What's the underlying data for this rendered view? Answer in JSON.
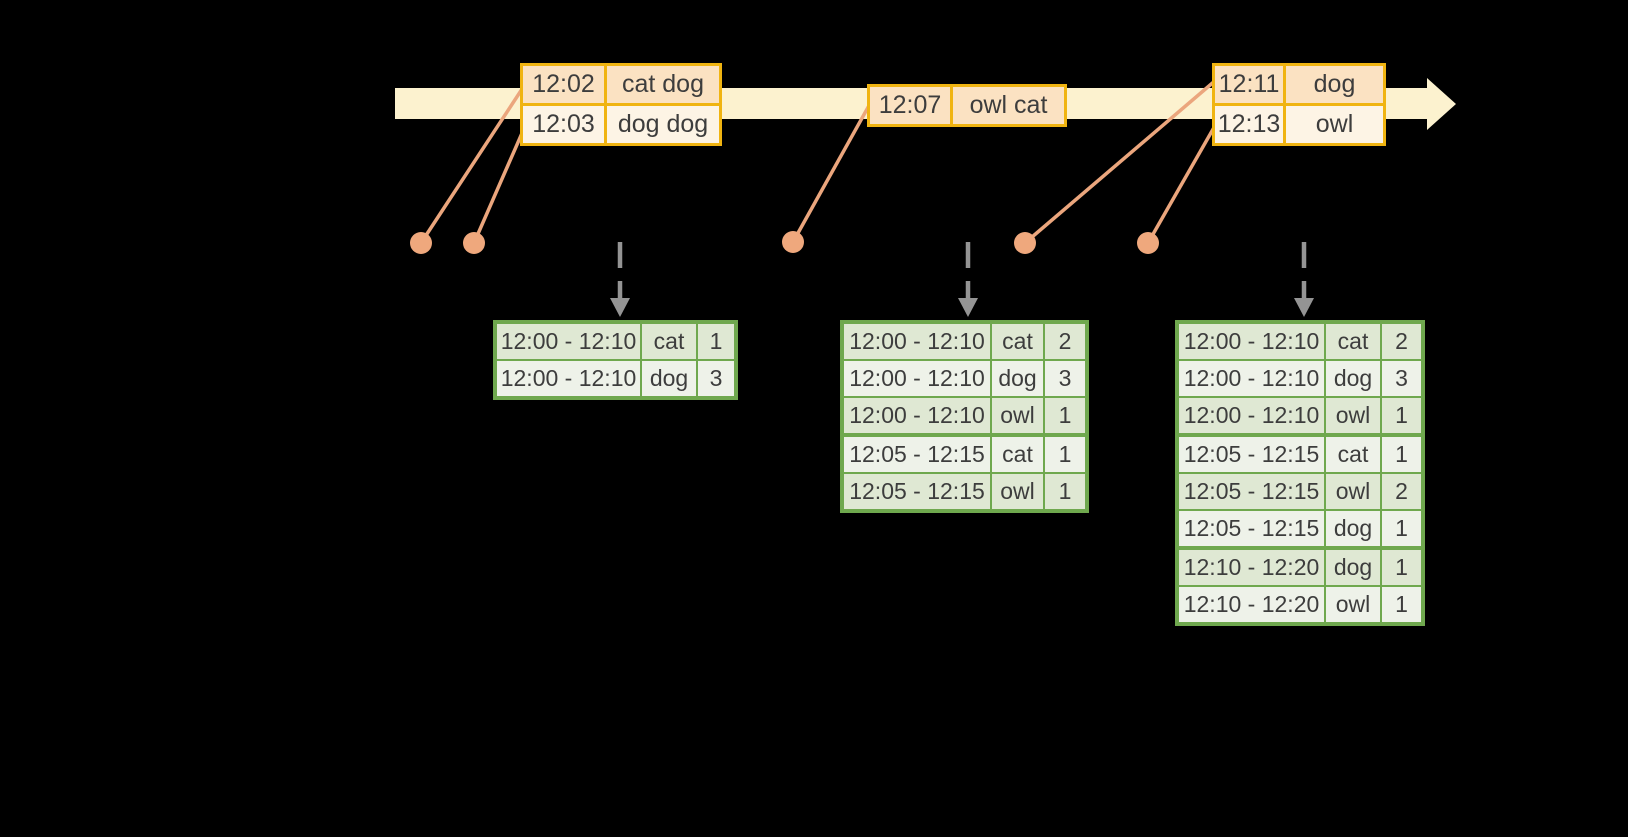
{
  "colors": {
    "background": "#000000",
    "timeline_fill": "#fcf2cf",
    "event_table_border": "#f0b411",
    "event_row_peach": "#fbe2c2",
    "event_row_cream": "#fdf4e5",
    "connector_orange": "#eba67d",
    "dot_orange": "#efa87d",
    "result_table_border": "#6fa84e",
    "result_row_green": "#dfe8d3",
    "result_row_pale": "#eef2e9",
    "trigger_arrow_gray": "#949494",
    "text": "#3d3d3d"
  },
  "icons": {
    "timeline_arrow": "right-arrow",
    "trigger_arrow": "dashed-down-arrow",
    "event_dot": "filled-circle"
  },
  "timeline": {
    "events": [
      {
        "time": "12:02",
        "words": "cat dog"
      },
      {
        "time": "12:03",
        "words": "dog dog"
      },
      {
        "time": "12:07",
        "words": "owl cat"
      },
      {
        "time": "12:11",
        "words": "dog"
      },
      {
        "time": "12:13",
        "words": "owl"
      }
    ]
  },
  "result_tables": {
    "table1": {
      "rows": [
        {
          "window": "12:00 - 12:10",
          "word": "cat",
          "count": "1"
        },
        {
          "window": "12:00 - 12:10",
          "word": "dog",
          "count": "3"
        }
      ]
    },
    "table2": {
      "rows": [
        {
          "window": "12:00 - 12:10",
          "word": "cat",
          "count": "2"
        },
        {
          "window": "12:00 - 12:10",
          "word": "dog",
          "count": "3"
        },
        {
          "window": "12:00 - 12:10",
          "word": "owl",
          "count": "1"
        },
        {
          "window": "12:05 - 12:15",
          "word": "cat",
          "count": "1"
        },
        {
          "window": "12:05 - 12:15",
          "word": "owl",
          "count": "1"
        }
      ]
    },
    "table3": {
      "rows": [
        {
          "window": "12:00 - 12:10",
          "word": "cat",
          "count": "2"
        },
        {
          "window": "12:00 - 12:10",
          "word": "dog",
          "count": "3"
        },
        {
          "window": "12:00 - 12:10",
          "word": "owl",
          "count": "1"
        },
        {
          "window": "12:05 - 12:15",
          "word": "cat",
          "count": "1"
        },
        {
          "window": "12:05 - 12:15",
          "word": "owl",
          "count": "2"
        },
        {
          "window": "12:05 - 12:15",
          "word": "dog",
          "count": "1"
        },
        {
          "window": "12:10 - 12:20",
          "word": "dog",
          "count": "1"
        },
        {
          "window": "12:10 - 12:20",
          "word": "owl",
          "count": "1"
        }
      ]
    }
  }
}
